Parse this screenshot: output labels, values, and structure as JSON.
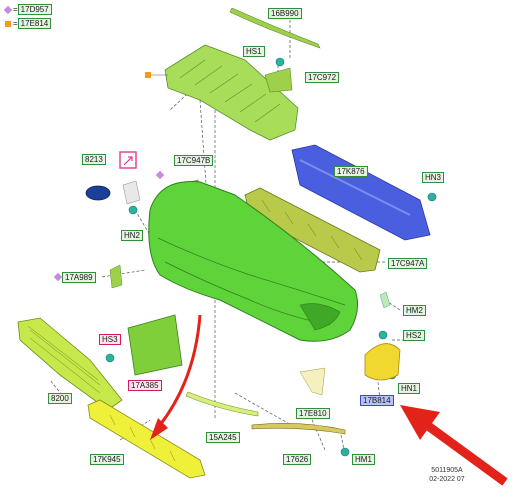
{
  "legend": {
    "diamond_code": "17D957",
    "square_code": "17E814",
    "diamond_color": "#c58be0",
    "square_color": "#f39a1a"
  },
  "labels": {
    "l_16B990": "16B990",
    "l_HS1": "HS1",
    "l_17C972": "17C972",
    "l_8213": "8213",
    "l_17C947B": "17C947B",
    "l_17K876": "17K876",
    "l_HN3": "HN3",
    "l_HN2": "HN2",
    "l_17A989": "17A989",
    "l_17C947A": "17C947A",
    "l_HM2": "HM2",
    "l_HS2": "HS2",
    "l_HS3": "HS3",
    "l_HN1": "HN1",
    "l_17A385": "17A385",
    "l_8200": "8200",
    "l_17E810": "17E810",
    "l_17B814": "17B814",
    "l_15A245": "15A245",
    "l_17K945": "17K945",
    "l_17626": "17626",
    "l_HM1": "HM1"
  },
  "reference": {
    "code": "5011905A",
    "date": "02-2022 07"
  },
  "colors": {
    "green_part": "#5fd33a",
    "yellow_part": "#d7e84a",
    "blue_part": "#4a5fe0",
    "red_arrow": "#e2231a",
    "label_green": "#2f8f3a",
    "label_blue": "#3b45d8",
    "label_red": "#d81b60"
  }
}
